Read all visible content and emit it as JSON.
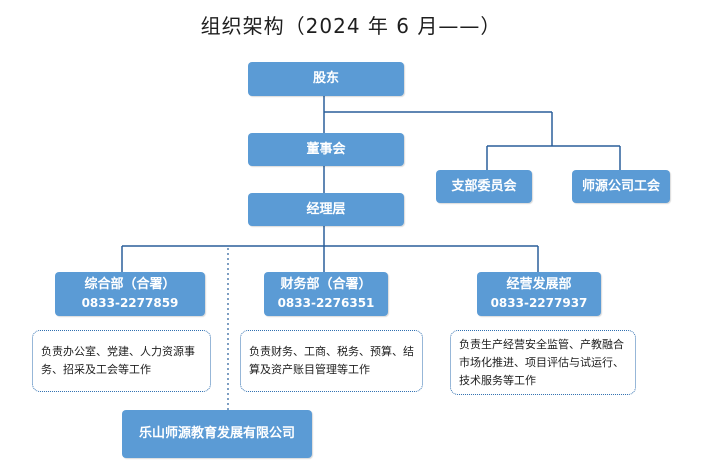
{
  "title": "组织架构（2024 年 6 月——）",
  "nodes": {
    "shareholders": "股东",
    "board": "董事会",
    "party_committee": "支部委员会",
    "union": "师源公司工会",
    "management": "经理层",
    "general_dept": {
      "name": "综合部（合署）",
      "phone": "0833-2277859"
    },
    "finance_dept": {
      "name": "财务部（合署）",
      "phone": "0833-2276351"
    },
    "business_dept": {
      "name": "经营发展部",
      "phone": "0833-2277937"
    },
    "subsidiary": "乐山师源教育发展有限公司"
  },
  "descriptions": {
    "general": "负责办公室、党建、人力资源事务、招采及工会等工作",
    "finance": "负责财务、工商、税务、预算、结算及资产账目管理等工作",
    "business": "负责生产经营安全监管、产教融合市场化推进、项目评估与试运行、技术服务等工作"
  }
}
